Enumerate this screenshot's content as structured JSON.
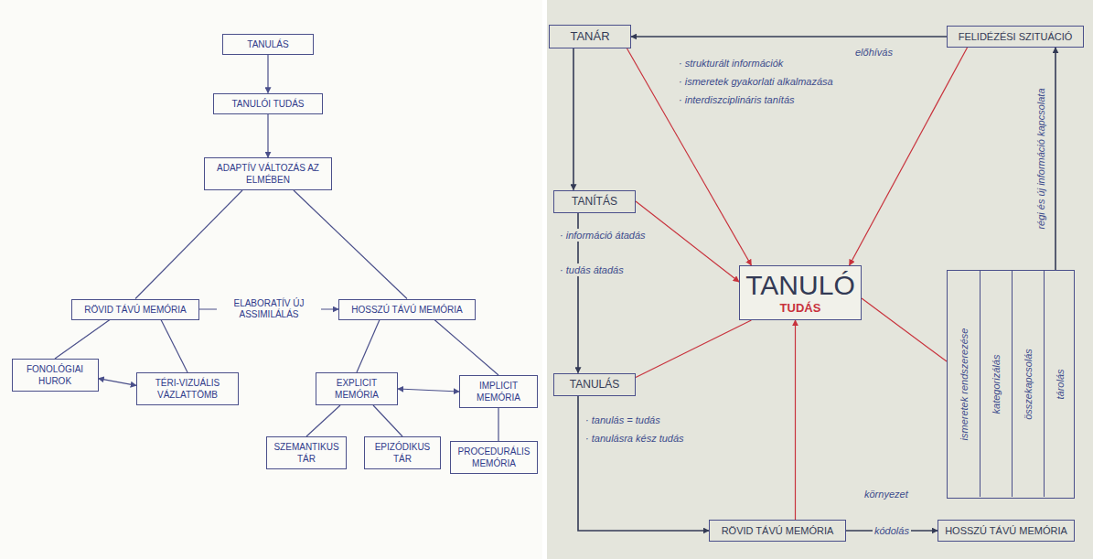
{
  "diagram": {
    "nodes": [
      {
        "text": [
          "TANULÁS"
        ]
      },
      {
        "text": [
          "TANULÓI TUDÁS"
        ]
      },
      {
        "text": [
          "ADAPTÍV VÁLTOZÁS AZ ELMÉBEN"
        ]
      },
      {
        "text": [
          "RÖVID TÁVÚ MEMÓRIA"
        ]
      },
      {
        "text": [
          "HOSSZÚ TÁVÚ MEMÓRIA"
        ]
      },
      {
        "text": [
          "FONOLÓGIAI HUROK"
        ]
      },
      {
        "text": [
          "TÉRI-VIZUÁLIS VÁZLATTÖMB"
        ]
      },
      {
        "text": [
          "EXPLICIT MEMÓRIA"
        ]
      },
      {
        "text": [
          "IMPLICIT MEMÓRIA"
        ]
      },
      {
        "text": [
          "SZEMANTIKUS TÁR"
        ]
      },
      {
        "text": [
          "EPIZÓDIKUS TÁR"
        ]
      },
      {
        "text": [
          "PROCEDURÁLIS MEMÓRIA"
        ]
      },
      {
        "text": [
          "TANÁR"
        ]
      },
      {
        "text": [
          "FELIDÉZÉSI SZITUÁCIÓ"
        ]
      },
      {
        "text": [
          "TANÍTÁS"
        ]
      },
      {
        "text": [
          "TANULÓ",
          "TUDÁS"
        ]
      },
      {
        "text": [
          "TANULÁS"
        ]
      },
      {
        "text": [
          "RÖVID TÁVÚ MEMÓRIA"
        ]
      },
      {
        "text": [
          "ismeretek rendszerezése",
          "kategorizálás",
          "összekapcsolás",
          "tárolás"
        ]
      },
      {
        "text": [
          "HOSSZÚ TÁVÚ MEMÓRIA"
        ]
      }
    ],
    "edges": [
      {
        "from": 0,
        "to": 1,
        "arrow": "to"
      },
      {
        "from": 1,
        "to": 2,
        "arrow": "to"
      },
      {
        "from": 2,
        "to": 3,
        "arrow": "none"
      },
      {
        "from": 2,
        "to": 4,
        "arrow": "none"
      },
      {
        "from": 3,
        "to": 4,
        "arrow": "to",
        "label": "ELABORATÍV ÚJ ASSIMILÁLÁS"
      },
      {
        "from": 3,
        "to": 5,
        "arrow": "none"
      },
      {
        "from": 3,
        "to": 6,
        "arrow": "none"
      },
      {
        "from": 5,
        "to": 6,
        "arrow": "both"
      },
      {
        "from": 4,
        "to": 7,
        "arrow": "none"
      },
      {
        "from": 4,
        "to": 8,
        "arrow": "none"
      },
      {
        "from": 7,
        "to": 8,
        "arrow": "both"
      },
      {
        "from": 7,
        "to": 9,
        "arrow": "none"
      },
      {
        "from": 7,
        "to": 10,
        "arrow": "none"
      },
      {
        "from": 8,
        "to": 11,
        "arrow": "none"
      },
      {
        "from": 12,
        "to": 14,
        "arrow": "to"
      },
      {
        "from": 14,
        "to": 16,
        "arrow": "to"
      },
      {
        "from": 16,
        "to": 17,
        "arrow": "to"
      },
      {
        "from": 17,
        "to": 19,
        "arrow": "to",
        "label": "kódolás"
      },
      {
        "from": 18,
        "to": 13,
        "arrow": "to",
        "label": "régi és új információ kapcsolata"
      },
      {
        "from": 13,
        "to": 12,
        "arrow": "to"
      },
      {
        "from": 12,
        "to": 15,
        "arrow": "to"
      },
      {
        "from": 13,
        "to": 15,
        "arrow": "to"
      },
      {
        "from": 14,
        "to": 15,
        "arrow": "to"
      },
      {
        "from": 16,
        "to": 15,
        "arrow": "none"
      },
      {
        "from": 17,
        "to": 15,
        "arrow": "to"
      },
      {
        "from": 15,
        "to": 18,
        "arrow": "none"
      }
    ],
    "labels": [
      "· strukturált információk",
      "· ismeretek gyakorlati alkalmazása",
      "· interdiszciplináris tanítás",
      "előhívás",
      "· információ átadás",
      "· tudás átadás",
      "· tanulás = tudás",
      "· tanulásra kész tudás",
      "környezet"
    ]
  }
}
